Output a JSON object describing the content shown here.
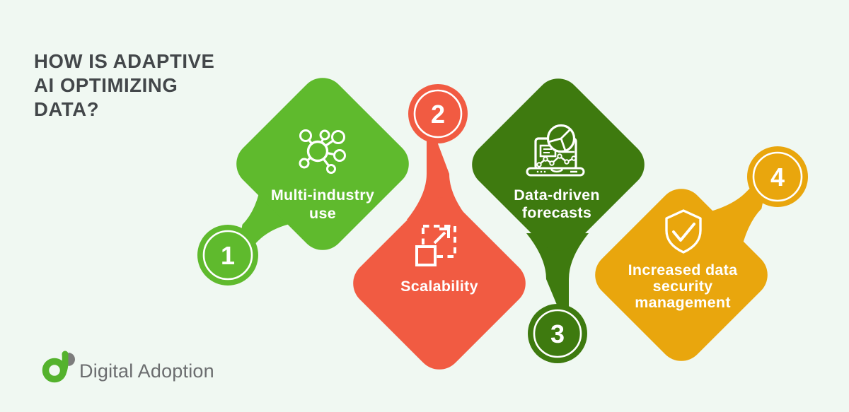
{
  "background_color": "#F0F8F2",
  "header": {
    "title_lines": [
      "HOW IS ADAPTIVE",
      "AI OPTIMIZING",
      "DATA?"
    ],
    "title_color": "#43474A"
  },
  "cards": [
    {
      "number": "1",
      "color": "#5FBA2D",
      "icon": "network-nodes-icon",
      "label_lines": [
        "Multi-industry",
        "use"
      ]
    },
    {
      "number": "2",
      "color": "#F15B42",
      "icon": "scale-expand-icon",
      "label_lines": [
        "Scalability"
      ]
    },
    {
      "number": "3",
      "color": "#3E7A0F",
      "icon": "laptop-analytics-icon",
      "label_lines": [
        "Data-driven",
        "forecasts"
      ]
    },
    {
      "number": "4",
      "color": "#E9A60D",
      "icon": "shield-check-icon",
      "label_lines": [
        "Increased data",
        "security",
        "management"
      ]
    }
  ],
  "footer": {
    "logo_text": "Digital Adoption",
    "logo_color": "#54B22D",
    "logo_leaf_color": "#7D7D7D",
    "logo_text_color": "#6B6D6F"
  }
}
